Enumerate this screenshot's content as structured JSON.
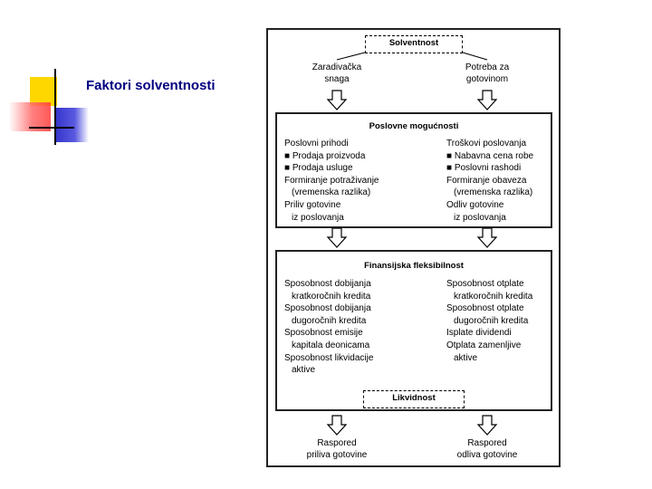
{
  "slide": {
    "title": "Faktori solventnosti"
  },
  "diagram": {
    "top_box": "Solventnost",
    "left_source": [
      "Zaradivačka",
      "snaga"
    ],
    "right_source": [
      "Potreba za",
      "gotovinom"
    ],
    "section1": {
      "title": "Poslovne mogućnosti",
      "left_lines": [
        {
          "text": "Poslovni prihodi",
          "indent": false
        },
        {
          "text": "■ Prodaja proizvoda",
          "indent": false
        },
        {
          "text": "■ Prodaja usluge",
          "indent": false
        },
        {
          "text": "Formiranje potraživanje",
          "indent": false
        },
        {
          "text": "(vremenska razlika)",
          "indent": true
        },
        {
          "text": "Priliv gotovine",
          "indent": false
        },
        {
          "text": "iz poslovanja",
          "indent": true
        }
      ],
      "right_lines": [
        {
          "text": "Troškovi poslovanja",
          "indent": false
        },
        {
          "text": "■ Nabavna cena robe",
          "indent": false
        },
        {
          "text": "■ Poslovni rashodi",
          "indent": false
        },
        {
          "text": "Formiranje obaveza",
          "indent": false
        },
        {
          "text": "(vremenska razlika)",
          "indent": true
        },
        {
          "text": "Odliv gotovine",
          "indent": false
        },
        {
          "text": "iz poslovanja",
          "indent": true
        }
      ]
    },
    "section2": {
      "title": "Finansijska fleksibilnost",
      "left_lines": [
        {
          "text": "Sposobnost dobijanja",
          "indent": false
        },
        {
          "text": "kratkoročnih kredita",
          "indent": true
        },
        {
          "text": "Sposobnost dobijanja",
          "indent": false
        },
        {
          "text": "dugoročnih kredita",
          "indent": true
        },
        {
          "text": "Sposobnost emisije",
          "indent": false
        },
        {
          "text": "kapitala deonicama",
          "indent": true
        },
        {
          "text": "Sposobnost likvidacije",
          "indent": false
        },
        {
          "text": "aktive",
          "indent": true
        }
      ],
      "right_lines": [
        {
          "text": "Sposobnost otplate",
          "indent": false
        },
        {
          "text": "kratkoročnih kredita",
          "indent": true
        },
        {
          "text": "Sposobnost otplate",
          "indent": false
        },
        {
          "text": "dugoročnih kredita",
          "indent": true
        },
        {
          "text": "Isplate dividendi",
          "indent": false
        },
        {
          "text": "Otplata zamenljive",
          "indent": false
        },
        {
          "text": "aktive",
          "indent": true
        }
      ],
      "bottom_box": "Likvidnost"
    },
    "left_output": [
      "Raspored",
      "priliva gotovine"
    ],
    "right_output": [
      "Raspored",
      "odliva gotovine"
    ]
  }
}
